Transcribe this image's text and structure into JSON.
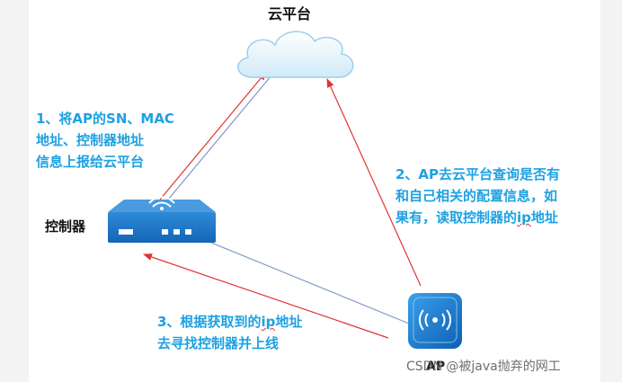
{
  "diagram": {
    "cloud_label": "云平台",
    "controller_label": "控制器",
    "ap_label": "AP",
    "step1_lines": [
      "1、将AP的SN、MAC",
      "地址、控制器地址",
      "信息上报给云平台"
    ],
    "step2_lines": [
      "2、AP去云平台查询是否有",
      "和自己相关的配置信息，如"
    ],
    "step2_line3_prefix": "果有，读取控制器的",
    "step2_line3_ip": "ip",
    "step2_line3_suffix": "地址",
    "step3_line1_prefix": "3、根据获取到的",
    "step3_line1_ip": "ip",
    "step3_line1_suffix": "地址",
    "step3_line2": "去寻找控制器并上线"
  },
  "watermark": "CSDN @被java抛弃的网工",
  "colors": {
    "text_blue": "#1da1e2",
    "arrow_red": "#e0352f",
    "line_blue": "#7f98c8",
    "device_blue": "#1a6fc2",
    "cloud_blue": "#bfe3f7"
  },
  "icons": {
    "cloud": "cloud-icon",
    "controller": "controller-device-icon",
    "ap": "wireless-access-point-icon"
  }
}
